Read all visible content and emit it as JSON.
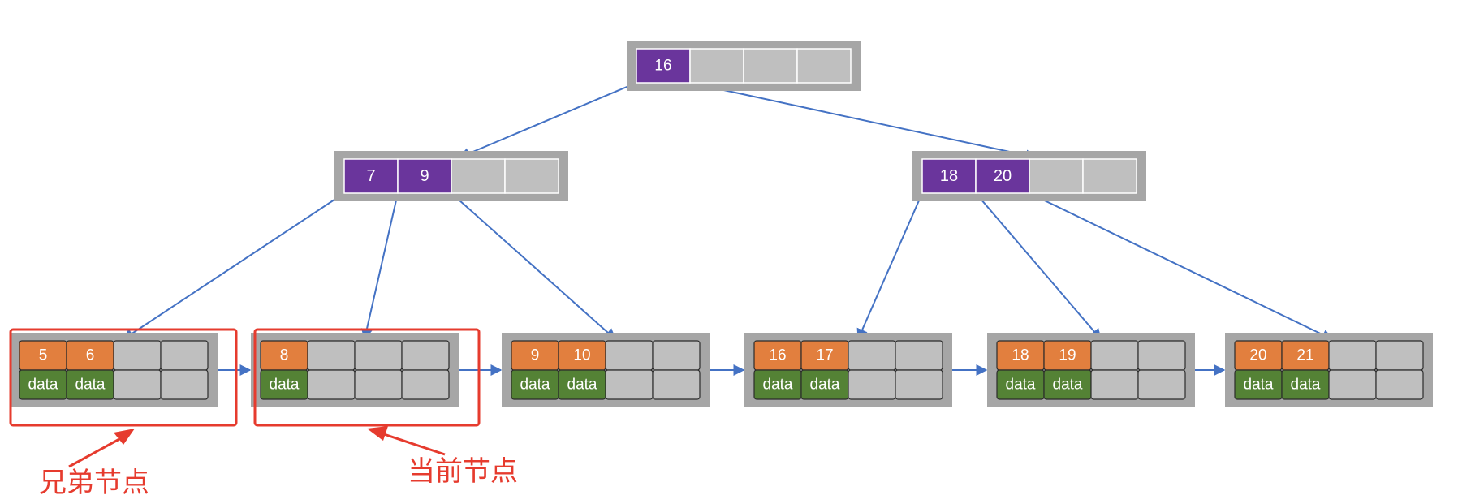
{
  "colors": {
    "internal_key": "#6a359c",
    "leaf_key": "#e27f3e",
    "leaf_data": "#548235",
    "empty_slot": "#bfbfbf",
    "node_frame": "#a6a6a6",
    "edge": "#4472c4",
    "highlight": "#e63b2e"
  },
  "tree": {
    "root": {
      "keys": [
        "16"
      ],
      "slots": 4
    },
    "internal": [
      {
        "id": "left",
        "keys": [
          "7",
          "9"
        ],
        "slots": 4
      },
      {
        "id": "right",
        "keys": [
          "18",
          "20"
        ],
        "slots": 4
      }
    ],
    "leaves": [
      {
        "keys": [
          "5",
          "6"
        ],
        "data": [
          "data",
          "data"
        ],
        "slots": 4
      },
      {
        "keys": [
          "8"
        ],
        "data": [
          "data"
        ],
        "slots": 4
      },
      {
        "keys": [
          "9",
          "10"
        ],
        "data": [
          "data",
          "data"
        ],
        "slots": 4
      },
      {
        "keys": [
          "16",
          "17"
        ],
        "data": [
          "data",
          "data"
        ],
        "slots": 4
      },
      {
        "keys": [
          "18",
          "19"
        ],
        "data": [
          "data",
          "data"
        ],
        "slots": 4
      },
      {
        "keys": [
          "20",
          "21"
        ],
        "data": [
          "data",
          "data"
        ],
        "slots": 4
      }
    ]
  },
  "annotations": {
    "sibling_label": "兄弟节点",
    "current_label": "当前节点"
  }
}
